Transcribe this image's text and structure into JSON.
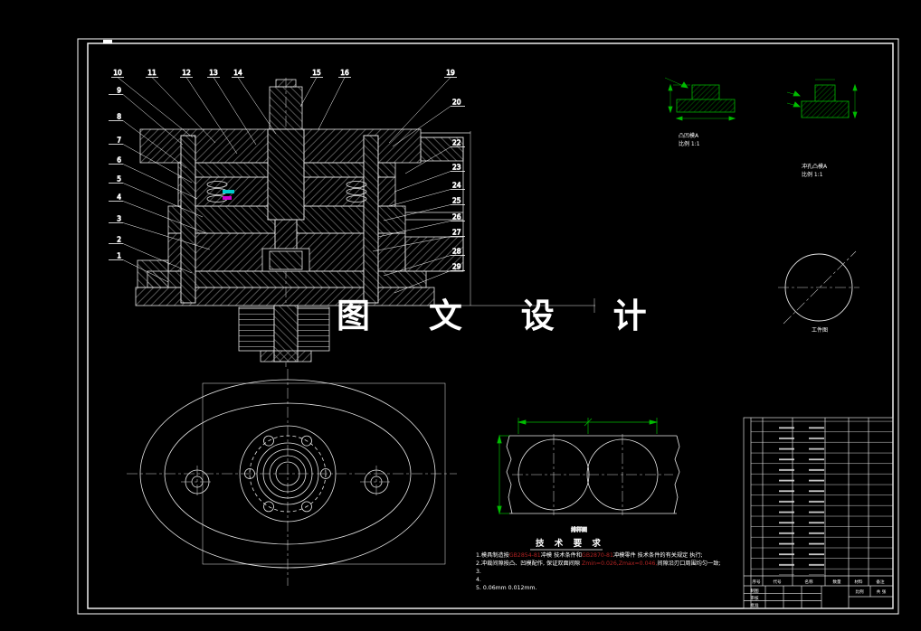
{
  "colors": {
    "background": "#000000",
    "lines": "#ffffff",
    "detail_green": "#00bb00",
    "highlight_red": "#b22222",
    "accent_cyan": "#00cccc",
    "accent_magenta": "#cc00cc"
  },
  "watermark": {
    "text": "图 文 设 计"
  },
  "callouts": {
    "top": [
      "10",
      "11",
      "12",
      "13",
      "14",
      "15",
      "16",
      "19"
    ],
    "left": [
      "9",
      "8",
      "7",
      "6",
      "5",
      "4",
      "3",
      "2",
      "1"
    ],
    "right": [
      "20",
      "22",
      "23",
      "24",
      "25",
      "26",
      "27",
      "28",
      "29"
    ]
  },
  "details": {
    "d1": {
      "caption1": "凸凹模A",
      "caption2": "比例 1:1"
    },
    "d2": {
      "caption1": "冲孔凸模A",
      "caption2": "比例 1:1"
    }
  },
  "blank_view": {
    "caption": "工件图"
  },
  "strip": {
    "caption": "排样图"
  },
  "tech": {
    "title": "技 术 要 求",
    "l1a": "1.模具制造按",
    "l1b": "GB2854-81",
    "l1c": "冲模 技术条件和",
    "l1d": "GB2870-81",
    "l1e": "冲模零件 技术条件的有关规定 执行;",
    "l2a": "2.冲裁间隙按凸、凹模配作, 保证双面间隙 ",
    "l2b": "Zmin=0.026,Zmax=0.046,",
    "l2c": "间隙沿刃口周围均匀一致;",
    "l3": "3.",
    "l4": "4.",
    "l5": "5.        0.06mm  0.012mm."
  },
  "titleblock": {
    "headers": [
      "序号",
      "代号",
      "名称",
      "数量",
      "材料",
      "备注"
    ],
    "rows_labels": [
      "制图",
      "审核",
      "批准"
    ],
    "scale_label": "比例",
    "sheet_label": "共 张"
  }
}
